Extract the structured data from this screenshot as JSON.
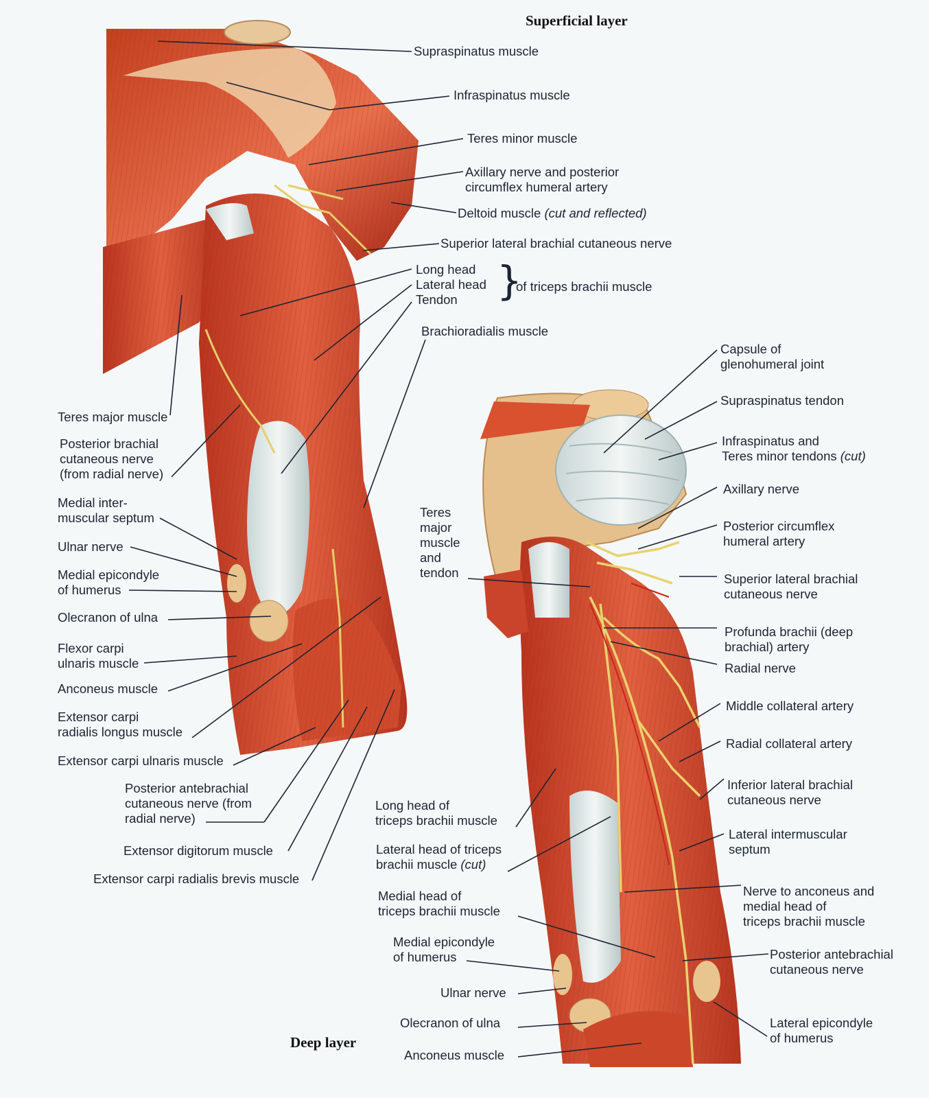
{
  "headings": {
    "superficial": "Superficial layer",
    "deep": "Deep layer"
  },
  "superficial_labels": {
    "supraspinatus": "Supraspinatus muscle",
    "infraspinatus": "Infraspinatus muscle",
    "teres_minor": "Teres minor muscle",
    "axillary": "Axillary nerve and posterior\ncircumflex humeral artery",
    "deltoid": "Deltoid muscle",
    "deltoid_note": "(cut and reflected)",
    "sup_lat_brachial": "Superior lateral brachial cutaneous nerve",
    "triceps_parts": "Long head\nLateral head\nTendon",
    "triceps_group": "of triceps brachii muscle",
    "brachioradialis": "Brachioradialis muscle",
    "teres_major": "Teres major muscle",
    "post_brachial": "Posterior brachial\ncutaneous nerve\n(from radial nerve)",
    "medial_septum": "Medial inter-\nmuscular septum",
    "ulnar_nerve": "Ulnar nerve",
    "medial_epicondyle": "Medial epicondyle\nof humerus",
    "olecranon": "Olecranon of ulna",
    "flexor_carpi": "Flexor carpi\nulnaris muscle",
    "anconeus": "Anconeus muscle",
    "ext_carpi_longus": "Extensor carpi\nradialis longus muscle",
    "ext_carpi_ulnaris": "Extensor carpi ulnaris muscle",
    "post_antebrachial": "Posterior antebrachial\ncutaneous nerve (from\nradial nerve)",
    "ext_digitorum": "Extensor digitorum muscle",
    "ext_carpi_brevis": "Extensor carpi radialis brevis muscle"
  },
  "deep_labels": {
    "capsule": "Capsule of\nglenohumeral joint",
    "supra_tendon": "Supraspinatus tendon",
    "infra_teres": "Infraspinatus and\nTeres minor tendons",
    "infra_teres_note": "(cut)",
    "axillary": "Axillary nerve",
    "post_circumflex": "Posterior circumflex\nhumeral artery",
    "sup_lat_brachial": "Superior lateral brachial\ncutaneous nerve",
    "profunda": "Profunda brachii (deep\nbrachial) artery",
    "radial_nerve": "Radial nerve",
    "middle_collateral": "Middle collateral artery",
    "radial_collateral": "Radial collateral artery",
    "inf_lat_brachial": "Inferior lateral brachial\ncutaneous nerve",
    "lat_septum": "Lateral intermuscular\nseptum",
    "nerve_anconeus": "Nerve to anconeus and\nmedial head of\ntriceps brachii muscle",
    "post_antebrachial": "Posterior antebrachial\ncutaneous nerve",
    "lat_epicondyle": "Lateral epicondyle\nof humerus",
    "teres_major": "Teres\nmajor\nmuscle\nand\ntendon",
    "long_head": "Long head of\ntriceps brachii muscle",
    "lateral_head": "Lateral head of triceps\nbrachii muscle",
    "lateral_head_note": "(cut)",
    "medial_head": "Medial head of\ntriceps brachii muscle",
    "medial_epicondyle": "Medial epicondyle\nof humerus",
    "ulnar_nerve": "Ulnar nerve",
    "olecranon": "Olecranon of ulna",
    "anconeus": "Anconeus muscle"
  }
}
